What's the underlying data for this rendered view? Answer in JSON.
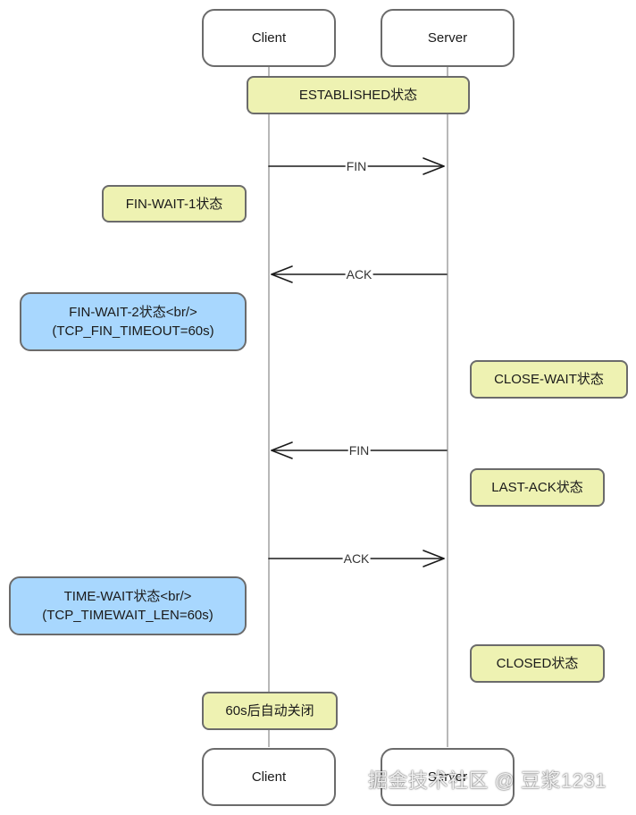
{
  "actors": {
    "client": "Client",
    "server": "Server"
  },
  "notes": {
    "established": "ESTABLISHED状态",
    "fin_wait_1": "FIN-WAIT-1状态",
    "fin_wait_2": "FIN-WAIT-2状态<br/>\n(TCP_FIN_TIMEOUT=60s)",
    "close_wait": "CLOSE-WAIT状态",
    "last_ack": "LAST-ACK状态",
    "time_wait": "TIME-WAIT状态<br/>\n(TCP_TIMEWAIT_LEN=60s)",
    "closed": "CLOSED状态",
    "auto_close": "60s后自动关闭"
  },
  "messages": [
    {
      "label": "FIN",
      "from": "client",
      "to": "server"
    },
    {
      "label": "ACK",
      "from": "server",
      "to": "client"
    },
    {
      "label": "FIN",
      "from": "server",
      "to": "client"
    },
    {
      "label": "ACK",
      "from": "client",
      "to": "server"
    }
  ],
  "watermark": "掘金技术社区 @ 豆浆1231",
  "colors": {
    "note_yellow": "#eef2b2",
    "note_blue": "#a8d7fe",
    "border": "#6b6b6b",
    "lifeline": "#b8b8b8"
  }
}
